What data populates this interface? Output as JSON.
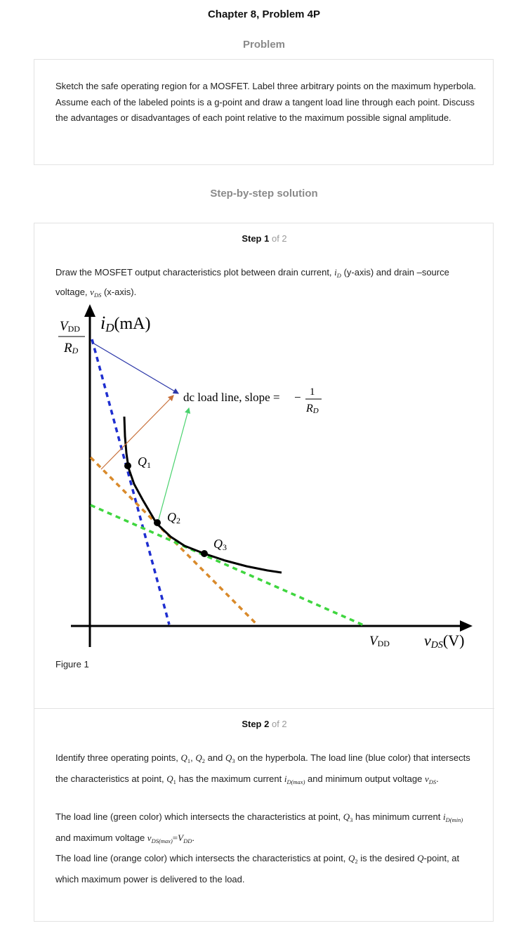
{
  "header": {
    "chapter_title": "Chapter 8, Problem 4P"
  },
  "problem": {
    "heading": "Problem",
    "text": "Sketch the safe operating region for a MOSFET. Label three arbitrary points on the maximum hyperbola. Assume each of the labeled points is a g-point and draw a tangent load line through each point. Discuss the advantages or disadvantages of each point relative to the maximum possible signal amplitude."
  },
  "solution": {
    "heading": "Step-by-step solution",
    "step1": {
      "label_bold": "Step 1",
      "label_rest": "of 2",
      "text_part1": "Draw the MOSFET output characteristics plot between drain current,",
      "text_part2": "(y-axis) and drain –source voltage,",
      "text_part3": "(x-axis).",
      "figure_caption": "Figure 1"
    },
    "step2": {
      "label_bold": "Step 2",
      "label_rest": "of 2",
      "p1_a": "Identify three operating points,",
      "p1_b": "and",
      "p1_c": "on the hyperbola. The load line (blue color) that intersects the characteristics at point,",
      "p1_d": "has the maximum current",
      "p1_e": "and minimum output voltage",
      "p2_a": "The load line (green color) which intersects the characteristics at point,",
      "p2_b": "has minimum current",
      "p2_c": "and maximum voltage",
      "p3_a": "The load line (orange color) which intersects the characteristics at point,",
      "p3_b": "is the desired",
      "p3_c": "-point, at which maximum power is delivered to the load."
    }
  },
  "math": {
    "i": "i",
    "D": "D",
    "v": "v",
    "DS": "DS",
    "Q": "Q",
    "one": "1",
    "two": "2",
    "three": "3",
    "Dmax": "D(max)",
    "Dmin": "D(min)",
    "DSmax": "DS(max)",
    "eq": "=",
    "V": "V",
    "DD": "DD",
    "comma": ",",
    "dot": "."
  },
  "figure": {
    "vdd_label": "V",
    "vdd_sub": "DD",
    "rd_label": "R",
    "rd_sub": "D",
    "y_axis_label_i": "i",
    "y_axis_label_sub": "D",
    "y_axis_unit": "(mA)",
    "x_axis_label_v": "v",
    "x_axis_label_sub": "DS",
    "x_axis_unit": "(V)",
    "load_line_text": "dc load line, slope =",
    "minus": "−",
    "one": "1",
    "q_letter": "Q",
    "q1_sub": "1",
    "q2_sub": "2",
    "q3_sub": "3",
    "colors": {
      "blue_line": "#1f2fd0",
      "orange_line": "#d98a2b",
      "green_line": "#3fd63f",
      "blue_arrow": "#2a36a8",
      "orange_arrow": "#c8703a",
      "green_arrow": "#49d26d",
      "curve": "#000000"
    }
  }
}
